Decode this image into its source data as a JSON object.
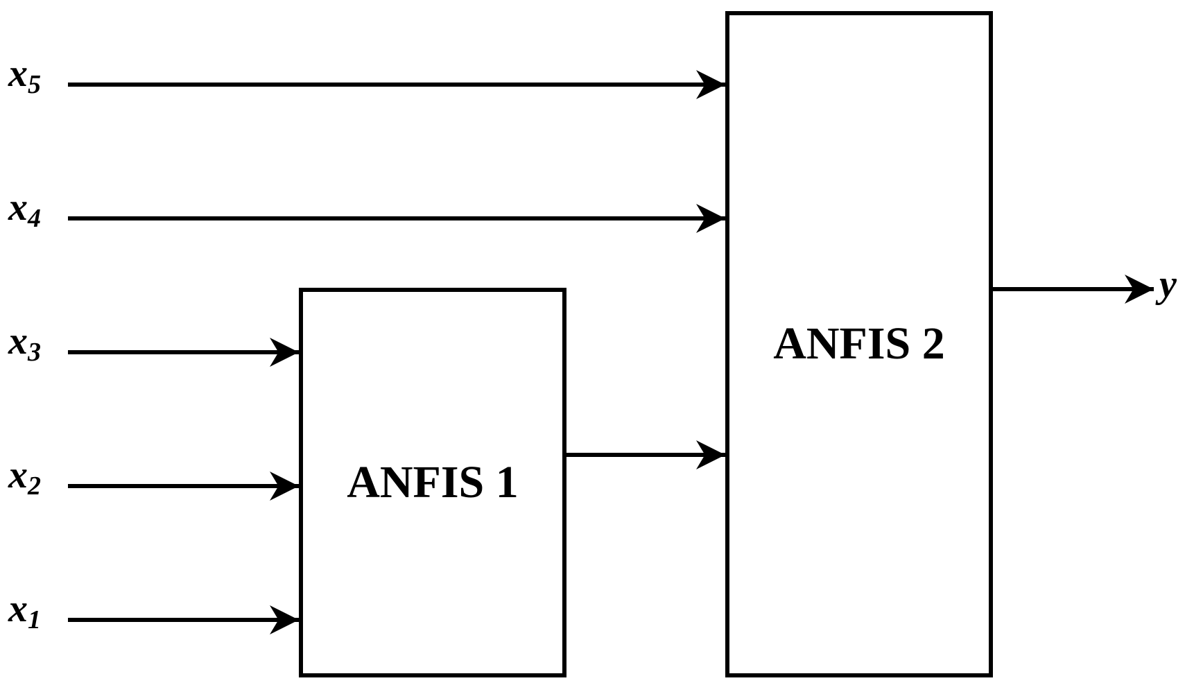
{
  "inputs": [
    {
      "symbol": "x",
      "index": "5"
    },
    {
      "symbol": "x",
      "index": "4"
    },
    {
      "symbol": "x",
      "index": "3"
    },
    {
      "symbol": "x",
      "index": "2"
    },
    {
      "symbol": "x",
      "index": "1"
    }
  ],
  "blocks": {
    "anfis1": {
      "title": "ANFIS 1"
    },
    "anfis2": {
      "title": "ANFIS 2"
    }
  },
  "output": {
    "label": "y"
  },
  "colors": {
    "stroke": "#000000",
    "background": "#ffffff"
  }
}
